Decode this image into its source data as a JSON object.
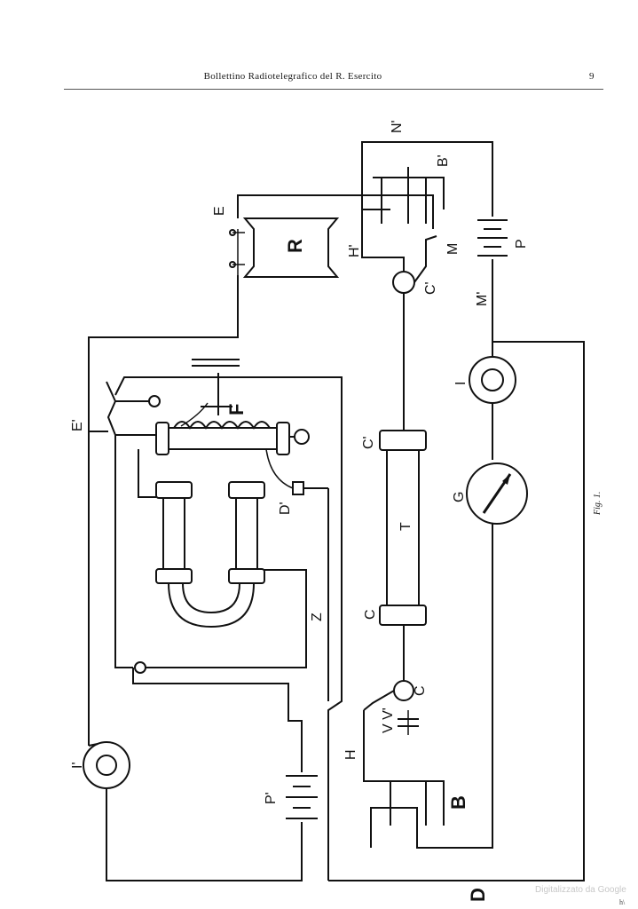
{
  "header": {
    "running_title": "Bollettino Radiotelegrafico del R. Esercito",
    "page_number": "9"
  },
  "figure": {
    "caption": "Fig. 1.",
    "labels": {
      "E": "E",
      "R": "R",
      "H_prime": "H'",
      "N_prime": "N'",
      "B_prime": "B'",
      "M": "M",
      "C_prime_small": "C'",
      "M_prime": "M'",
      "P": "P",
      "E_prime": "E'",
      "F": "F",
      "D_prime": "D'",
      "C_prime_tube": "C'",
      "T": "T",
      "C_tube": "C",
      "I": "I",
      "G": "G",
      "Z": "Z",
      "C_small": "C",
      "V_V_prime": "V V'",
      "H": "H",
      "B": "B",
      "I_prime": "I'",
      "P_prime": "P'",
      "D": "D"
    }
  },
  "footer": {
    "watermark": "Digitalizzato da Google",
    "corner_mark": "h\\"
  }
}
